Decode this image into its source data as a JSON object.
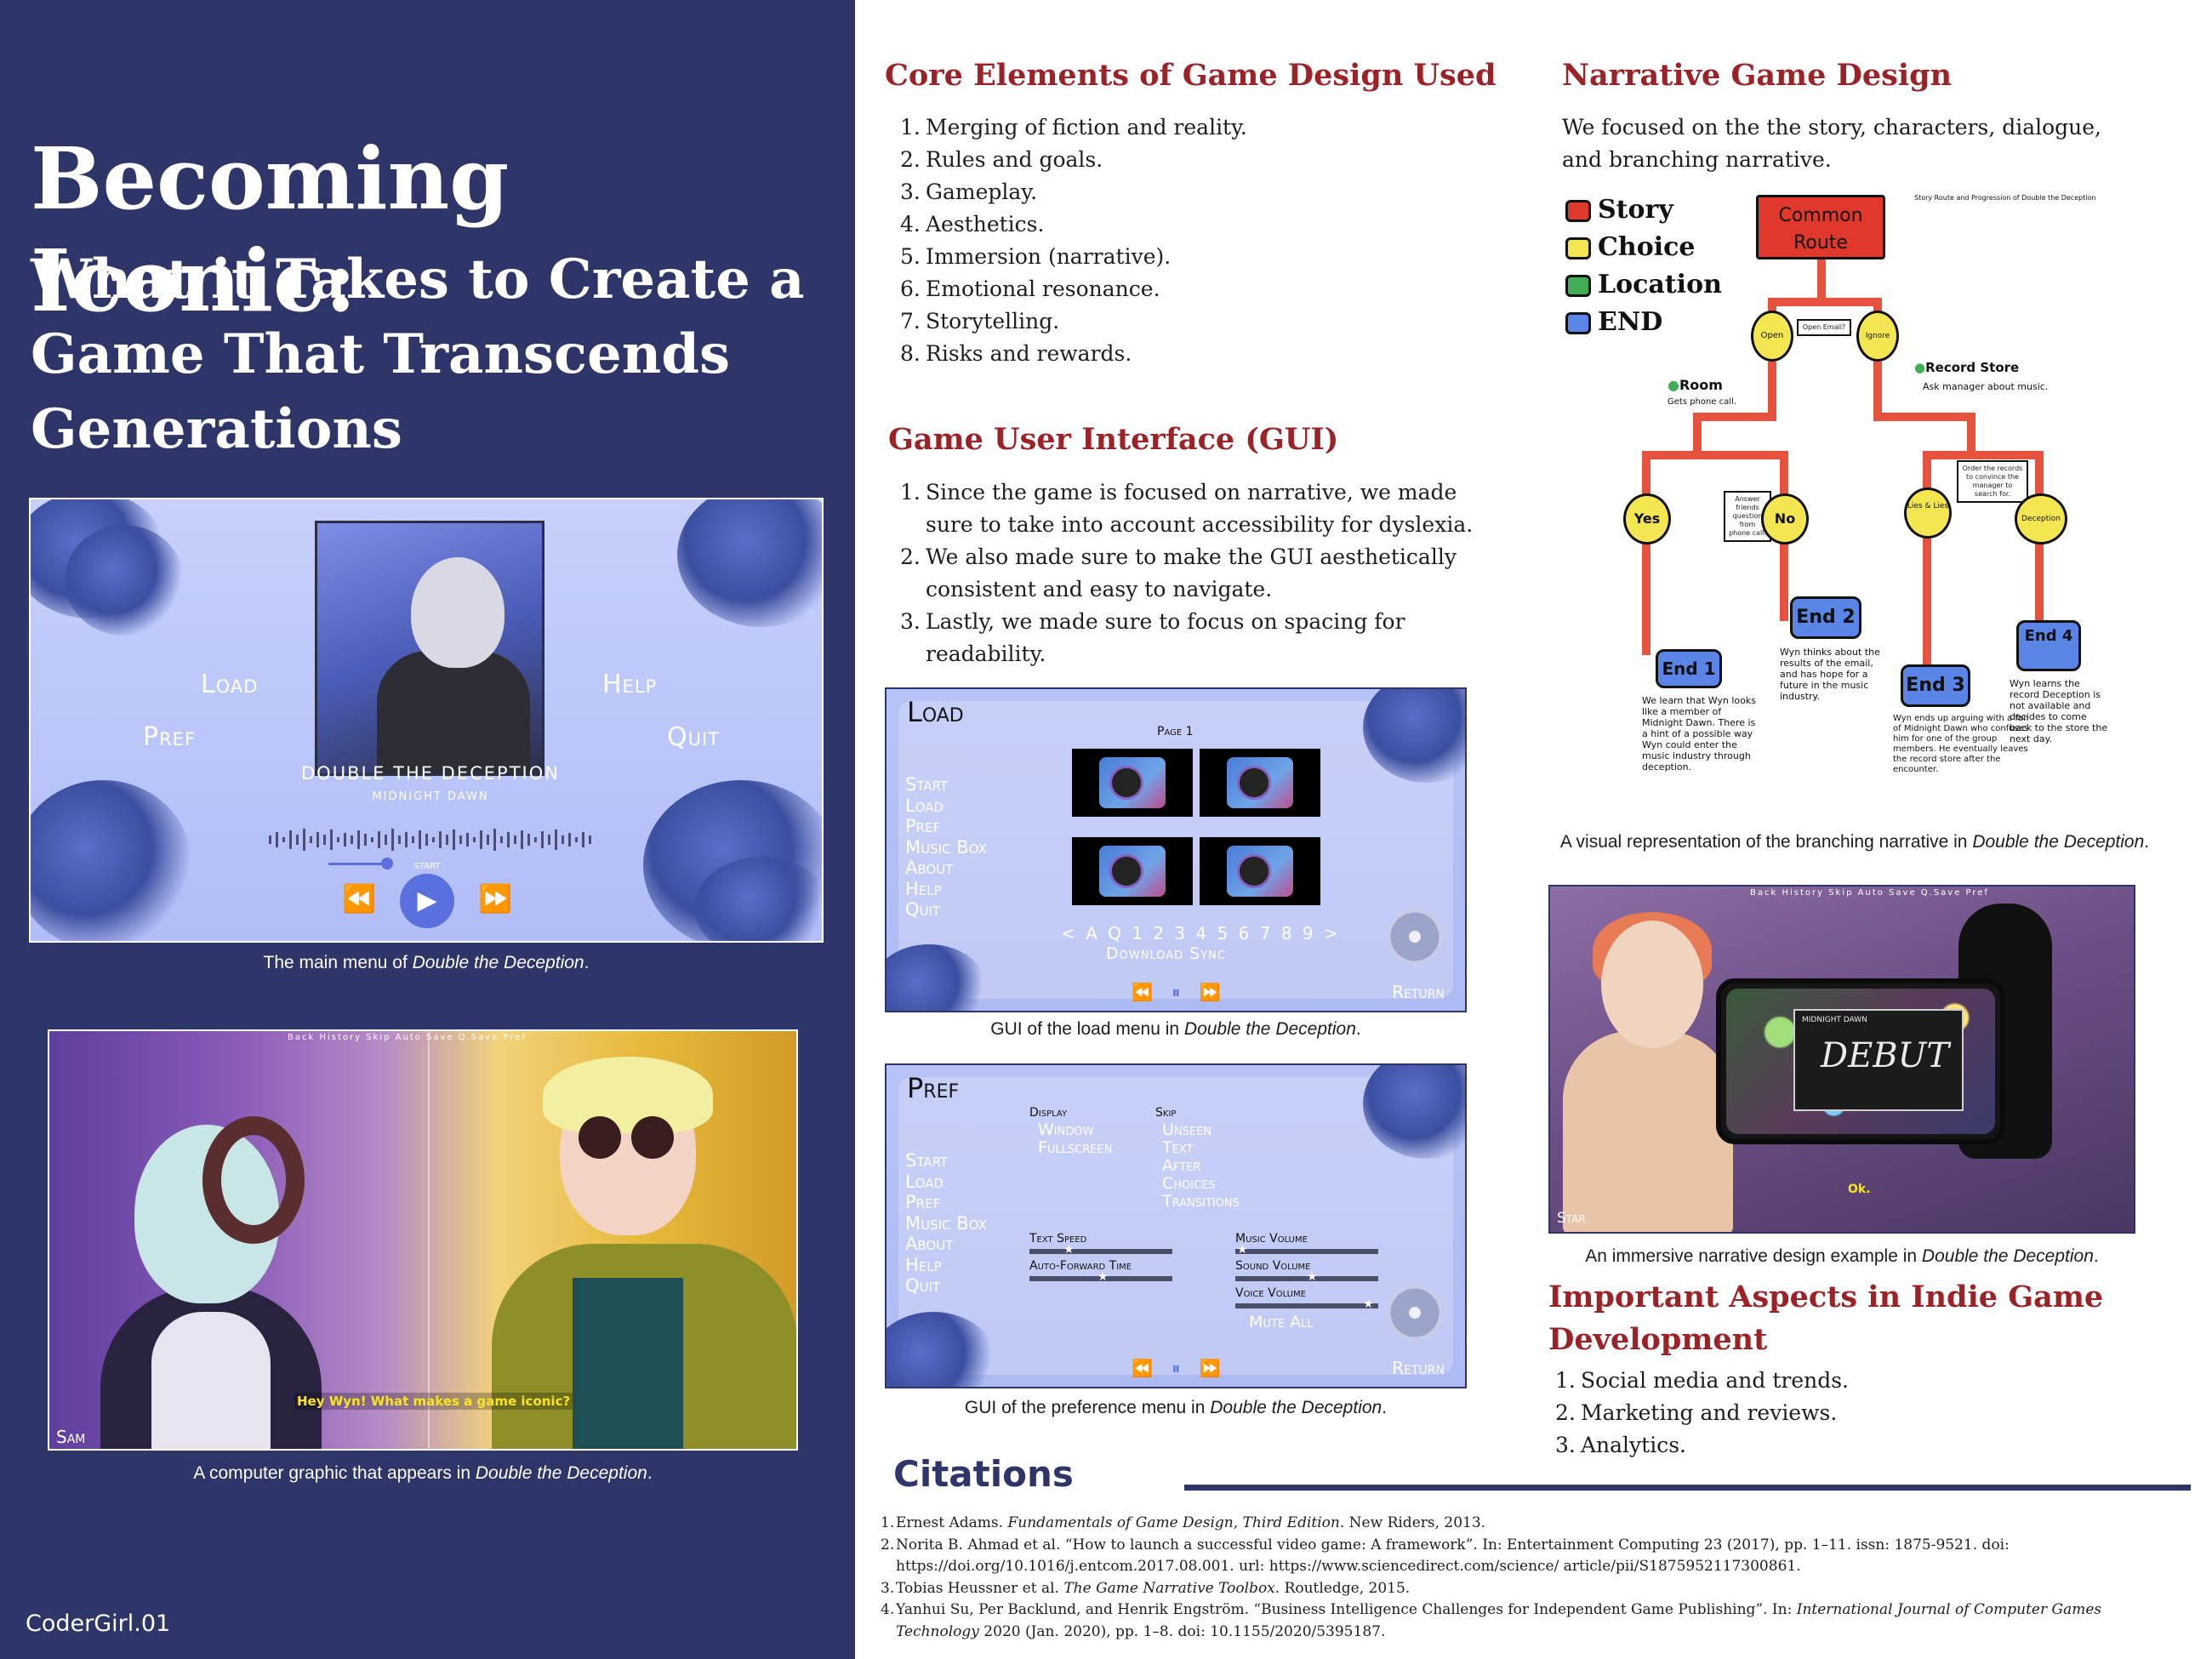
{
  "title": {
    "main": "Becoming Iconic:",
    "subtitle": "What it Takes to Create a Game That Transcends Generations"
  },
  "author": "CoderGirl.01",
  "main_menu": {
    "load": "Load",
    "pref": "Pref",
    "help": "Help",
    "quit": "Quit",
    "game_title": "DOUBLE THE DECEPTION",
    "game_subtitle": "MIDNIGHT DAWN",
    "start": "START",
    "caption_prefix": "The main menu of ",
    "caption_italic": "Double the Deception",
    "caption_suffix": "."
  },
  "graphic": {
    "topbar": "Back   History   Skip   Auto   Save   Q.Save   Pref",
    "dialogue": "Hey Wyn! What makes a game iconic?",
    "speaker": "Sam",
    "caption_prefix": "A computer graphic that appears in ",
    "caption_italic": "Double the Deception",
    "caption_suffix": "."
  },
  "core_elements": {
    "heading": "Core Elements of Game Design Used",
    "items": [
      {
        "num": "1.",
        "text": "Merging of fiction and reality."
      },
      {
        "num": "2.",
        "text": "Rules and goals."
      },
      {
        "num": "3.",
        "text": "Gameplay."
      },
      {
        "num": "4.",
        "text": "Aesthetics."
      },
      {
        "num": "5.",
        "text": "Immersion (narrative)."
      },
      {
        "num": "6.",
        "text": "Emotional resonance."
      },
      {
        "num": "7.",
        "text": "Storytelling."
      },
      {
        "num": "8.",
        "text": "Risks and rewards."
      }
    ]
  },
  "gui": {
    "heading": "Game User Interface (GUI)",
    "items": [
      {
        "num": "1.",
        "text": "Since the game is focused on narrative, we made sure to take into account accessibility for dyslexia."
      },
      {
        "num": "2.",
        "text": "We also made sure to make the GUI aesthetically consistent and easy to navigate."
      },
      {
        "num": "3.",
        "text": "Lastly, we made sure to focus on spacing for readability."
      }
    ]
  },
  "load_menu": {
    "heading": "Load",
    "page": "Page 1",
    "menu": [
      "Start",
      "Load",
      "Pref",
      "Music Box",
      "About",
      "Help",
      "Quit"
    ],
    "pager": "< A Q 1 2 3 4 5 6 7 8 9 >",
    "sync": "Download Sync",
    "return": "Return",
    "caption_prefix": "GUI of the load menu in ",
    "caption_italic": "Double the Deception",
    "caption_suffix": "."
  },
  "pref_menu": {
    "heading": "Pref",
    "menu": [
      "Start",
      "Load",
      "Pref",
      "Music Box",
      "About",
      "Help",
      "Quit"
    ],
    "display_label": "Display",
    "display_options": [
      "Window",
      "Fullscreen"
    ],
    "skip_label": "Skip",
    "skip_options": [
      "Unseen",
      "Text",
      "After",
      "Choices",
      "Transitions"
    ],
    "text_speed": "Text Speed",
    "auto_forward": "Auto-Forward Time",
    "music_volume": "Music Volume",
    "sound_volume": "Sound Volume",
    "voice_volume": "Voice Volume",
    "mute_all": "Mute All",
    "return": "Return",
    "caption_prefix": "GUI of the preference menu in ",
    "caption_italic": "Double the Deception",
    "caption_suffix": "."
  },
  "narrative": {
    "heading": "Narrative Game Design",
    "body": "We focused on the the story, characters, dialogue, and branching narrative.",
    "diagram": {
      "header_note": "Story Route and Progression of Double the Deception",
      "legend": [
        {
          "label": "Story",
          "color": "#e0392b"
        },
        {
          "label": "Choice",
          "color": "#f4e651"
        },
        {
          "label": "Location",
          "color": "#3fae55"
        },
        {
          "label": "END",
          "color": "#5a84e6"
        }
      ],
      "root": "Common Route",
      "open": "Open",
      "ignore": "Ignore",
      "open_email": "Open Email?",
      "room": "Room",
      "room_note": "Gets phone call.",
      "record_store": "Record Store",
      "record_note": "Ask manager about music.",
      "answer_note": "Answer friends question from phone call.",
      "order_note": "Order the records to convince the manager to search for.",
      "yes": "Yes",
      "no": "No",
      "lies": "Lies & Lies",
      "deception": "Deception",
      "end1": "End 1",
      "end2": "End 2",
      "end3": "End 3",
      "end4": "End 4",
      "end1_note": "We learn that Wyn looks like a member of Midnight Dawn. There is a hint of a possible way Wyn could enter the music industry through deception.",
      "end2_note": "Wyn thinks about the results of the email, and has hope for a future in the music industry.",
      "end3_note": "Wyn ends up arguing with a fan of Midnight Dawn who confuses him for one of the group members. He eventually leaves the record store after the encounter.",
      "end4_note": "Wyn learns the record Deception is not available and decides to come back to the store the next day."
    },
    "caption_prefix": "A visual representation of the branching narrative in ",
    "caption_italic": "Double the Deception",
    "caption_suffix": "."
  },
  "immersive": {
    "topbar": "Back   History   Skip   Auto   Save   Q.Save   Pref",
    "poster_small": "MIDNIGHT DAWN",
    "poster_main": "DEBUT",
    "dialogue": "Ok.",
    "speaker": "Star",
    "caption_prefix": "An immersive narrative design example in ",
    "caption_italic": "Double the Deception",
    "caption_suffix": "."
  },
  "aspects": {
    "heading": "Important Aspects in Indie Game Development",
    "items": [
      {
        "num": "1.",
        "text": "Social media and trends."
      },
      {
        "num": "2.",
        "text": "Marketing and reviews."
      },
      {
        "num": "3.",
        "text": "Analytics."
      }
    ]
  },
  "citations": {
    "heading": "Citations",
    "items": [
      {
        "num": "1.",
        "pre": "Ernest Adams. ",
        "italic": "Fundamentals of Game Design, Third Edition",
        "post": ". New Riders, 2013."
      },
      {
        "num": "2.",
        "pre": "Norita B. Ahmad et al. “How to launch a successful video game: A framework”. In: Entertainment Computing 23 (2017), pp. 1–11. issn: 1875-9521. doi: https://doi.org/10.1016/j.entcom.2017.08.001. url: https://www.sciencedirect.com/science/ article/pii/S1875952117300861.",
        "italic": "",
        "post": ""
      },
      {
        "num": "3.",
        "pre": "Tobias Heussner et al. ",
        "italic": "The Game Narrative Toolbox",
        "post": ". Routledge, 2015."
      },
      {
        "num": "4.",
        "pre": "Yanhui Su, Per Backlund, and Henrik Engström. “Business Intelligence Challenges for Independent Game Publishing”. In: ",
        "italic": "International Journal of Computer Games Technology",
        "post": " 2020 (Jan. 2020), pp. 1–8. doi: 10.1155/2020/5395187."
      }
    ]
  }
}
